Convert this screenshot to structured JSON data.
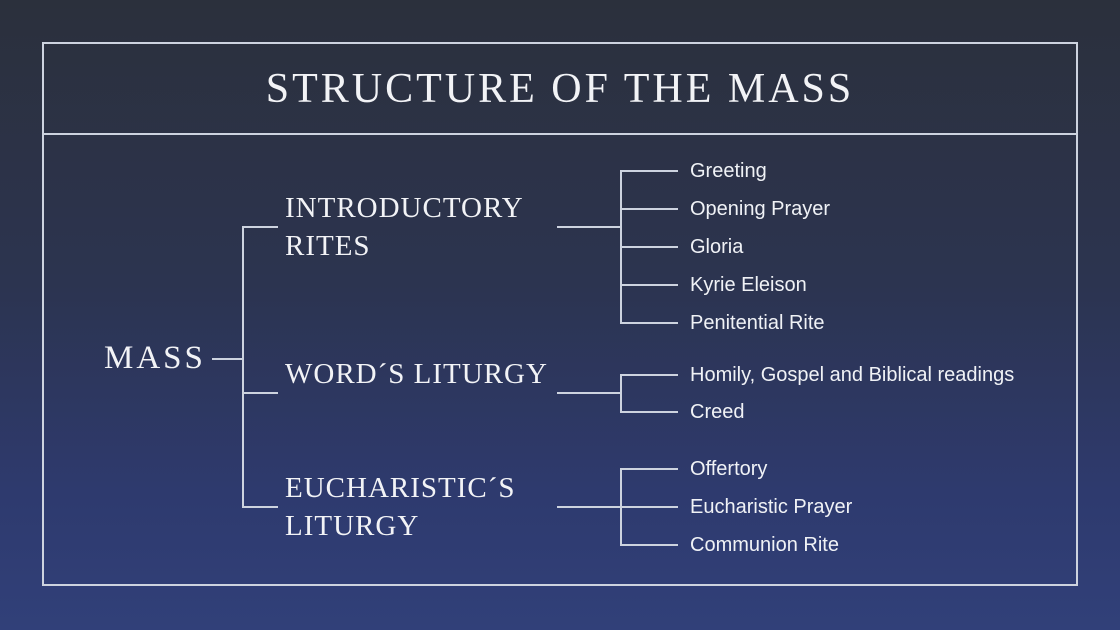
{
  "title": "STRUCTURE OF THE MASS",
  "colors": {
    "background_top": "#2b303c",
    "background_mid": "#2c3450",
    "background_bottom": "#314079",
    "line": "#cdd3df",
    "text": "#f2f3f6"
  },
  "tree": {
    "root": "MASS",
    "branches": [
      {
        "label": "INTRODUCTORY RITES",
        "children": [
          "Greeting",
          "Opening Prayer",
          "Gloria",
          "Kyrie Eleison",
          "Penitential Rite"
        ]
      },
      {
        "label": "WORD´S LITURGY",
        "children": [
          "Homily, Gospel and Biblical readings",
          "Creed"
        ]
      },
      {
        "label": "EUCHARISTIC´S LITURGY",
        "children": [
          "Offertory",
          "Eucharistic Prayer",
          "Communion Rite"
        ]
      }
    ]
  }
}
